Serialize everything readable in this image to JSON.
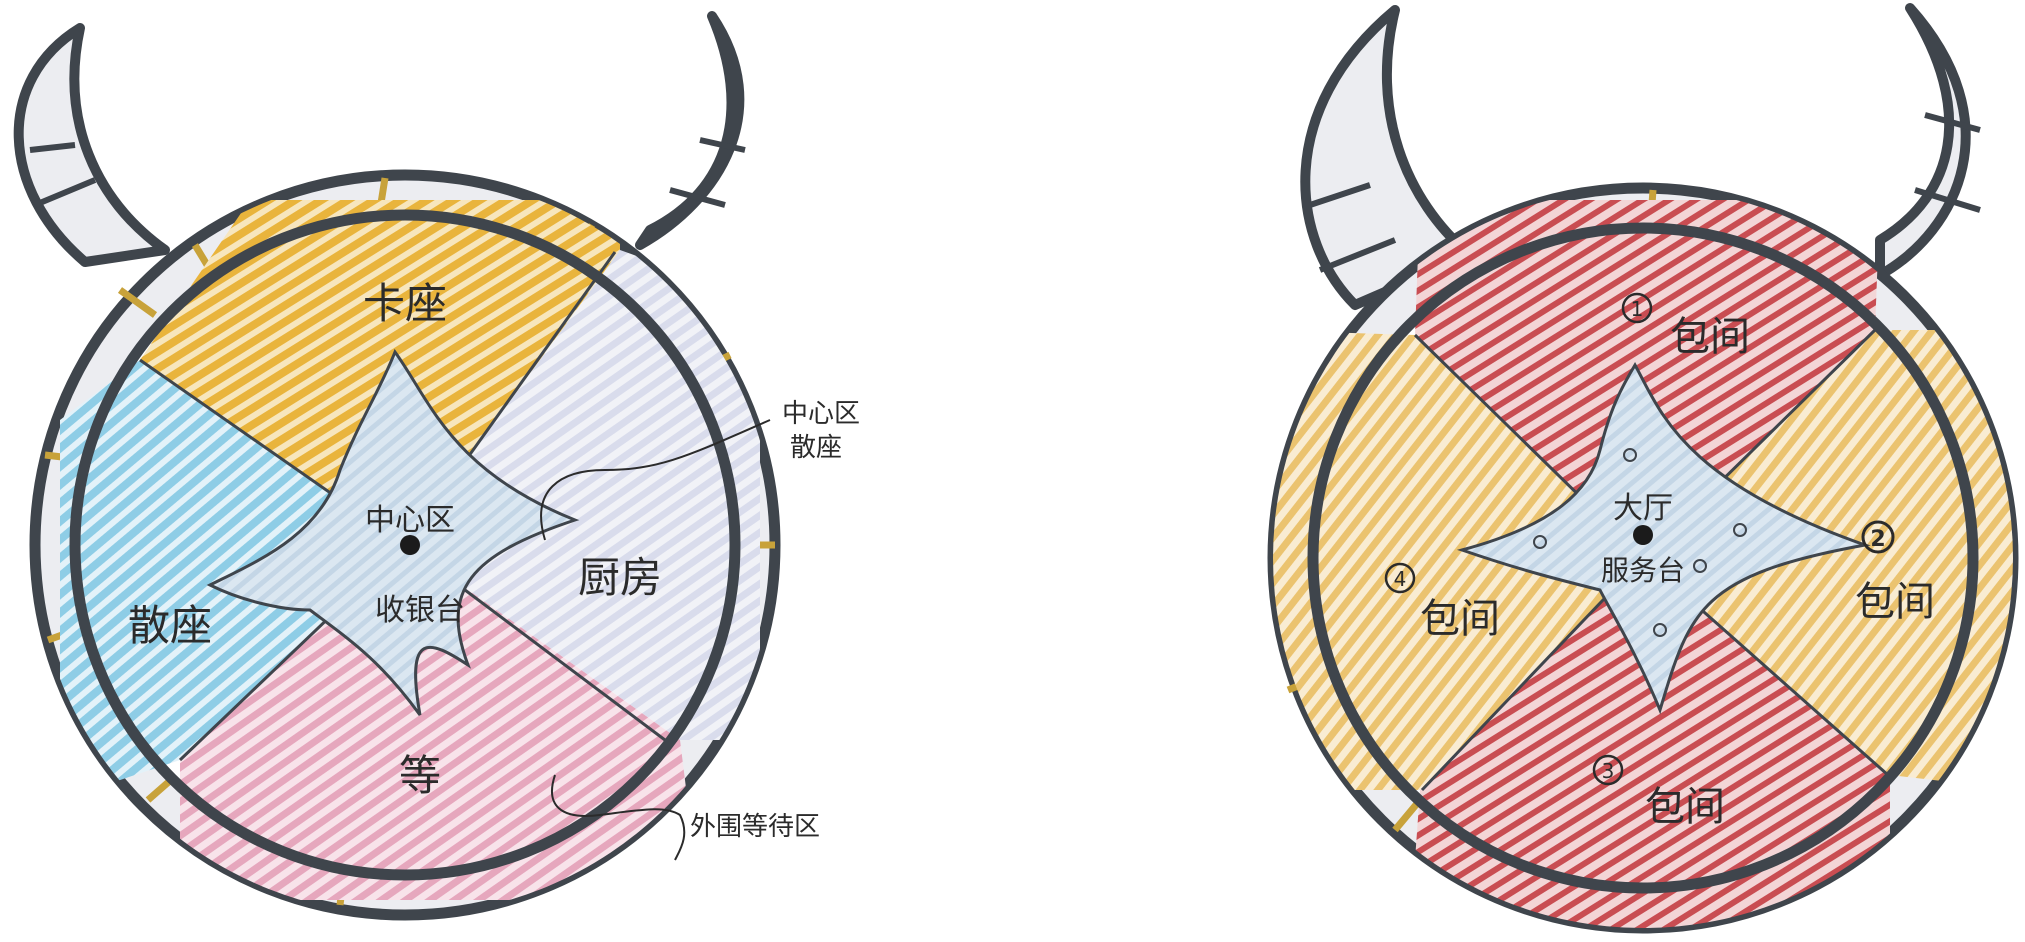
{
  "colors": {
    "outline": "#3f454c",
    "rim": "#ecedf1",
    "stud": "#c8a23a",
    "yellow": "#e9b43c",
    "blue": "#8ecde6",
    "pink": "#e6a7bd",
    "lavender": "#d9dcec",
    "red": "#c94d52",
    "tan": "#ebc36f",
    "star": "#cbdcea"
  },
  "left_plan": {
    "zones": {
      "top": "卡座",
      "left": "散座",
      "right": "厨房",
      "bottom": "等"
    },
    "center_label": "中心区",
    "cashier_label": "收银台",
    "callouts": {
      "upper_right_line1": "中心区",
      "upper_right_line2": "散座",
      "lower_right": "外围等待区"
    }
  },
  "right_plan": {
    "center_label": "大厅",
    "service_label": "服务台",
    "rooms": [
      {
        "number": "1",
        "label": "包间"
      },
      {
        "number": "2",
        "label": "包间"
      },
      {
        "number": "3",
        "label": "包间"
      },
      {
        "number": "4",
        "label": "包间"
      }
    ]
  }
}
